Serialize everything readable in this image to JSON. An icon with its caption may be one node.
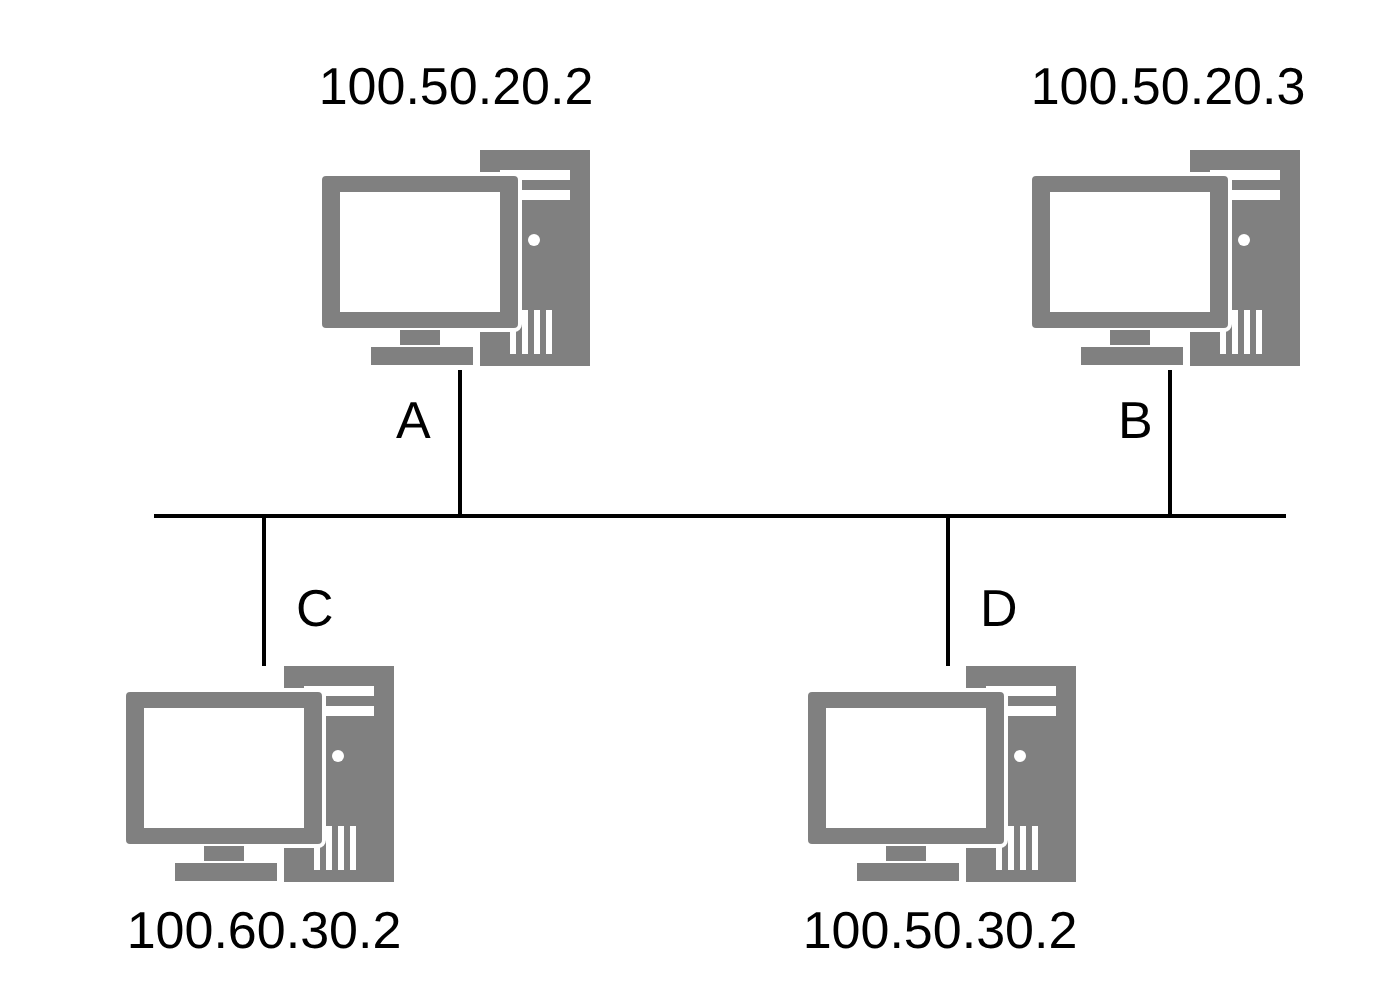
{
  "diagram": {
    "nodes": [
      {
        "text": [],
        "shape": "bar"
      },
      {
        "text": [],
        "shape": "computer",
        "beside": [
          "100.50.20.2"
        ]
      },
      {
        "text": [],
        "shape": "computer",
        "beside": [
          "100.50.20.3"
        ]
      },
      {
        "text": [],
        "shape": "computer",
        "beside": [
          "100.60.30.2"
        ]
      },
      {
        "text": [],
        "shape": "computer",
        "beside": [
          "100.50.30.2"
        ]
      }
    ],
    "edges": [
      {
        "from": 1,
        "to": 0,
        "arrow": "none",
        "label": "A"
      },
      {
        "from": 2,
        "to": 0,
        "arrow": "none",
        "label": "B"
      },
      {
        "from": 3,
        "to": 0,
        "arrow": "none",
        "label": "C"
      },
      {
        "from": 4,
        "to": 0,
        "arrow": "none",
        "label": "D"
      }
    ]
  }
}
